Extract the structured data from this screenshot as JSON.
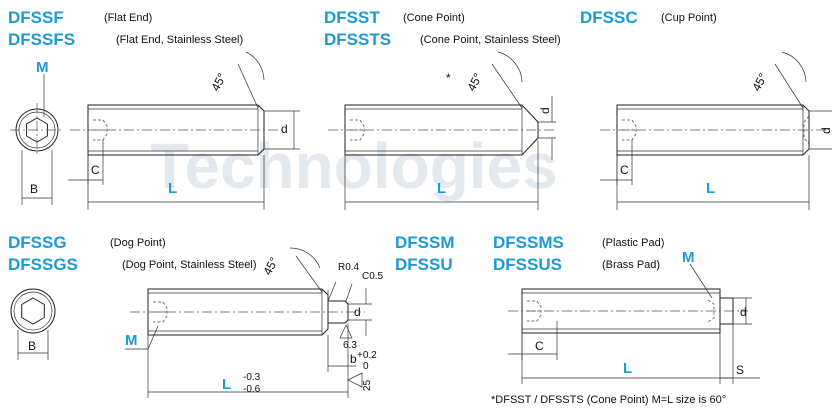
{
  "watermark": "Technologies",
  "headers": {
    "dfssf": {
      "code": "DFSSF",
      "desc": "(Flat End)"
    },
    "dfssfs": {
      "code": "DFSSFS",
      "desc": "(Flat End, Stainless Steel)"
    },
    "dfsst": {
      "code": "DFSST",
      "desc": "(Cone Point)"
    },
    "dfssts": {
      "code": "DFSSTS",
      "desc": "(Cone Point, Stainless Steel)"
    },
    "dfssc": {
      "code": "DFSSC",
      "desc": "(Cup Point)"
    },
    "dfssg": {
      "code": "DFSSG",
      "desc": "(Dog Point)"
    },
    "dfssgs": {
      "code": "DFSSGS",
      "desc": "(Dog Point, Stainless Steel)"
    },
    "dfssm": {
      "code": "DFSSM"
    },
    "dfssu": {
      "code": "DFSSU"
    },
    "dfssms": {
      "code": "DFSSMS",
      "desc": "(Plastic Pad)"
    },
    "dfssus": {
      "code": "DFSSUS",
      "desc": "(Brass Pad)"
    }
  },
  "dims": {
    "M": "M",
    "L": "L",
    "B": "B",
    "C": "C",
    "d": "d",
    "S": "S",
    "star": "*",
    "angle": "45°",
    "r04": "R0.4",
    "c05": "C0.5",
    "tol_upper": "-0.3",
    "tol_lower": "-0.6",
    "b": "b",
    "b_upper": "+0.2",
    "b_lower": "0",
    "surf1": "6.3",
    "surf2": "25"
  },
  "footnote": "*DFSST / DFSSTS (Cone Point) M=L size is 60°"
}
